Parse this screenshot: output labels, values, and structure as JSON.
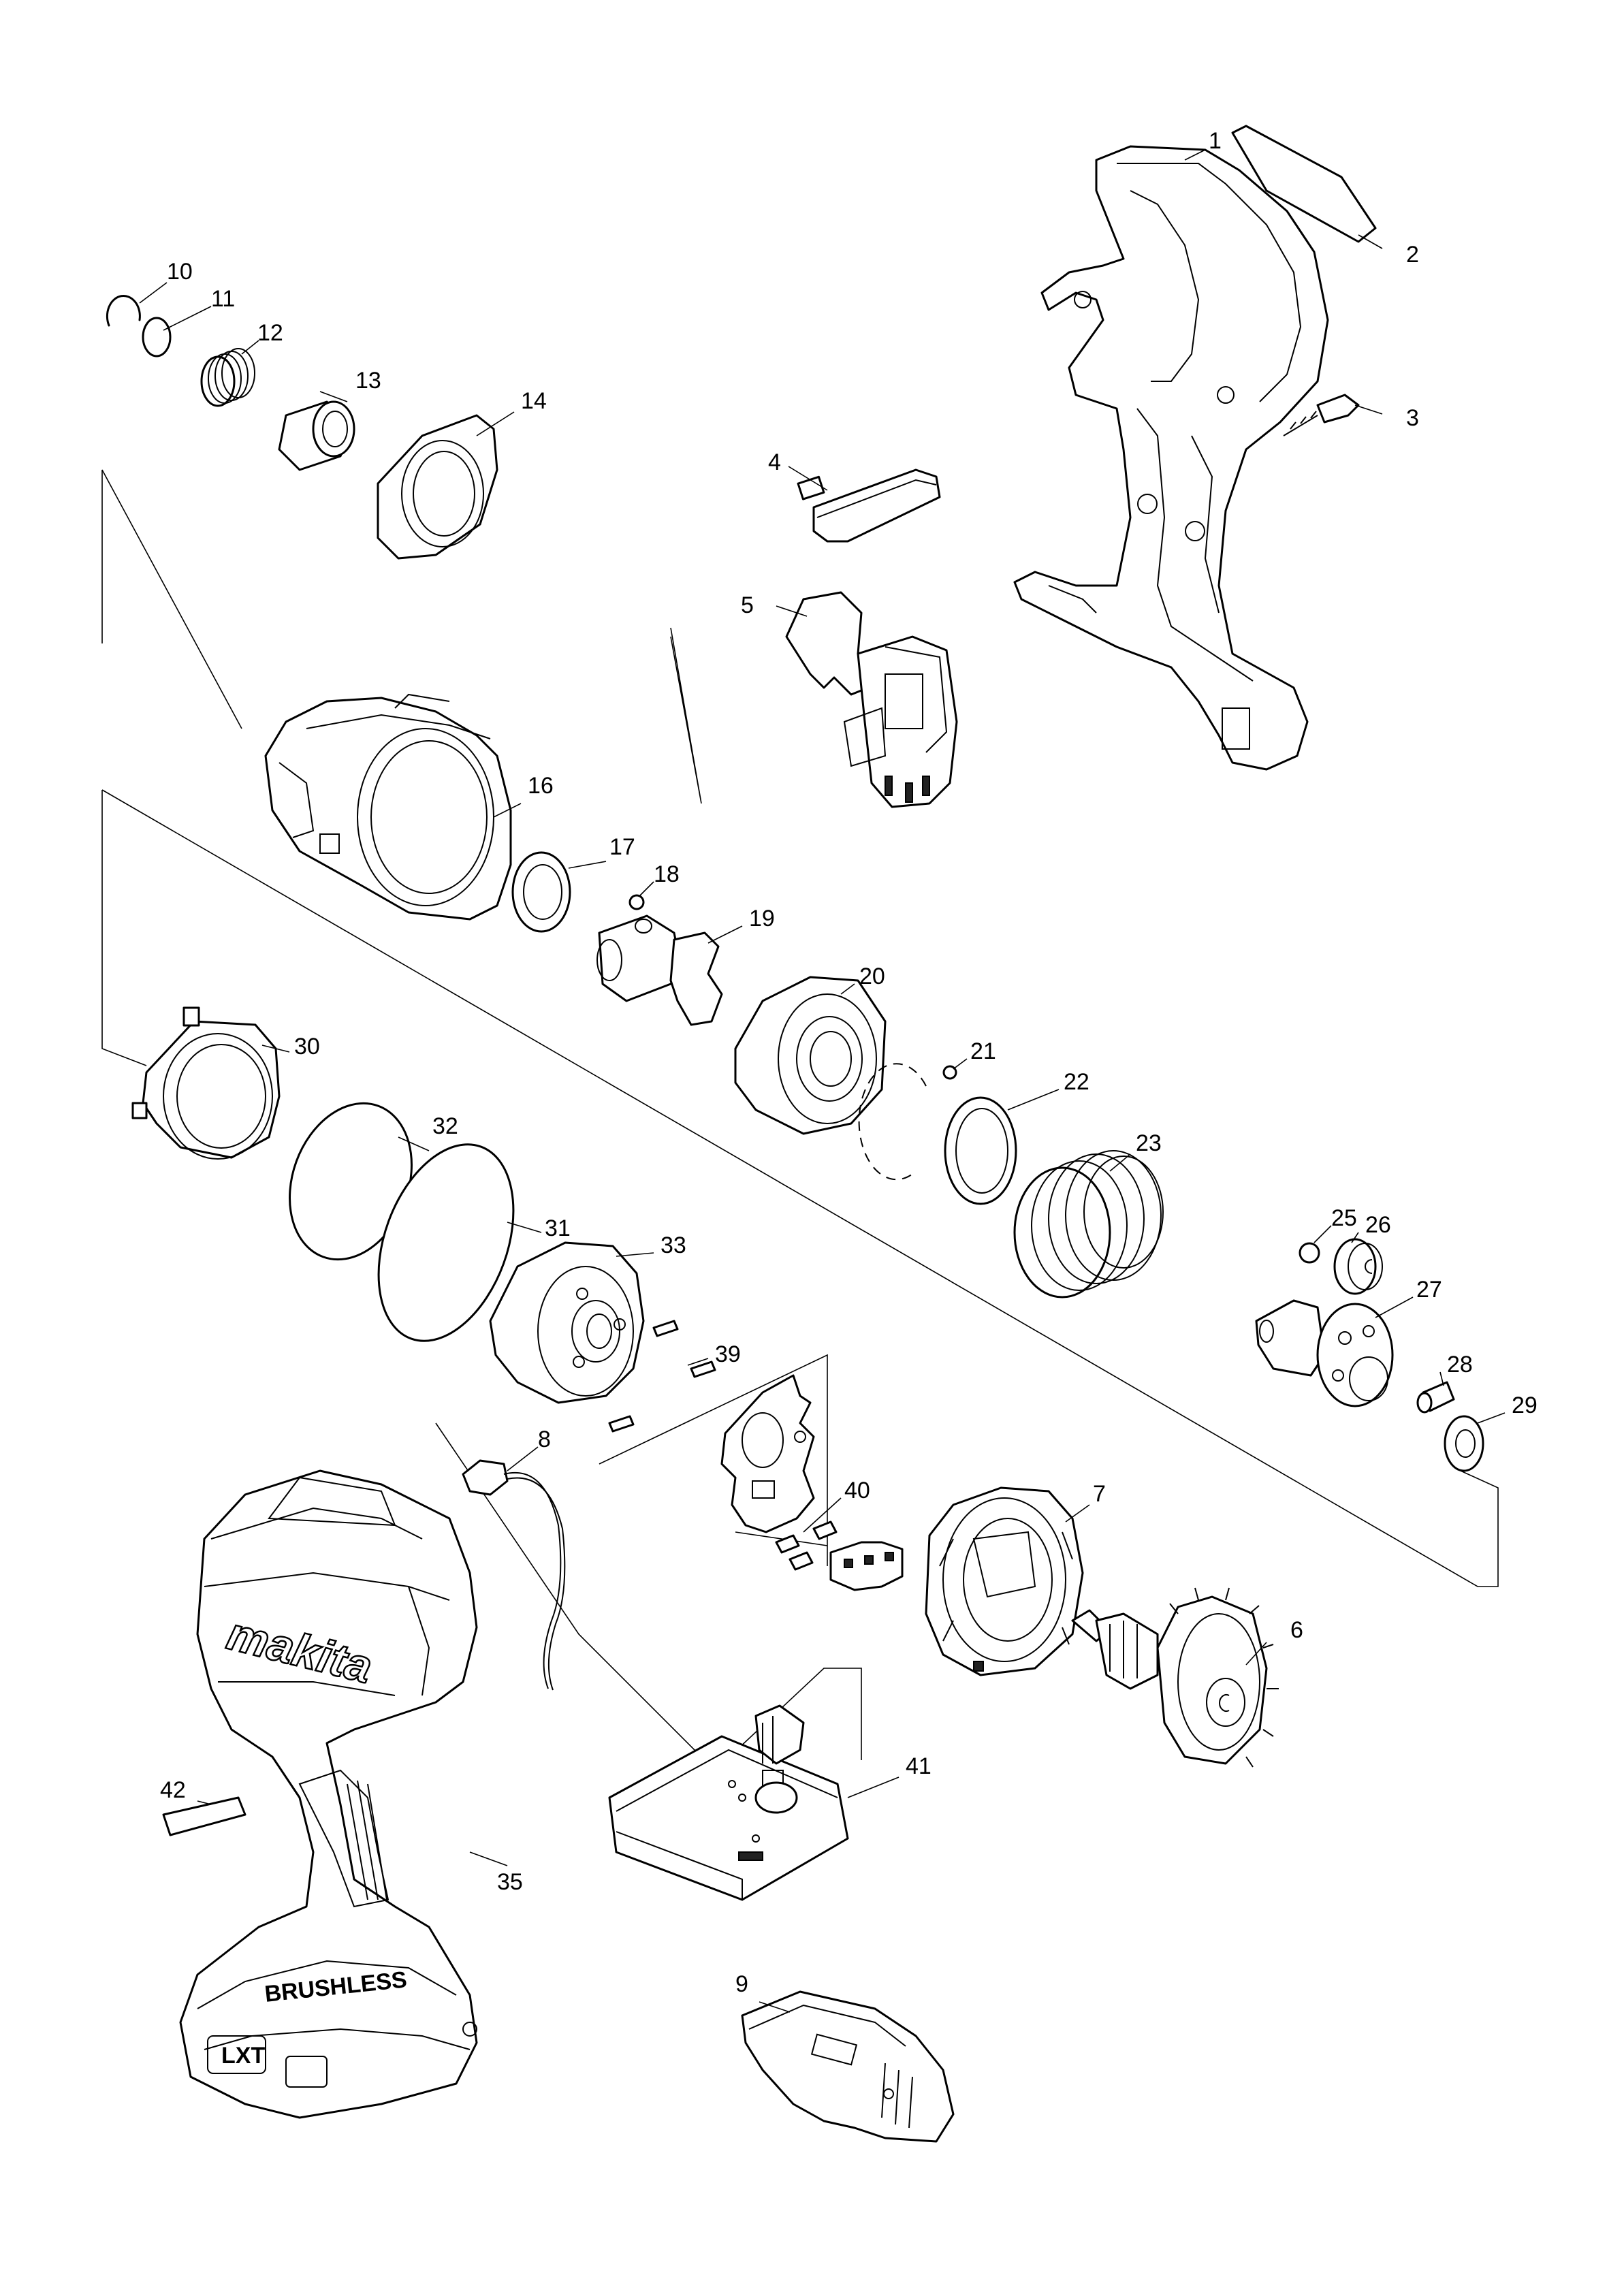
{
  "parts": [
    {
      "no": "1"
    },
    {
      "no": "2"
    },
    {
      "no": "3"
    },
    {
      "no": "4"
    },
    {
      "no": "5"
    },
    {
      "no": "6"
    },
    {
      "no": "7"
    },
    {
      "no": "8"
    },
    {
      "no": "9"
    },
    {
      "no": "10"
    },
    {
      "no": "11"
    },
    {
      "no": "12"
    },
    {
      "no": "13"
    },
    {
      "no": "14"
    },
    {
      "no": "16"
    },
    {
      "no": "17"
    },
    {
      "no": "18"
    },
    {
      "no": "19"
    },
    {
      "no": "20"
    },
    {
      "no": "21"
    },
    {
      "no": "22"
    },
    {
      "no": "23"
    },
    {
      "no": "25"
    },
    {
      "no": "26"
    },
    {
      "no": "27"
    },
    {
      "no": "28"
    },
    {
      "no": "29"
    },
    {
      "no": "30"
    },
    {
      "no": "31"
    },
    {
      "no": "32"
    },
    {
      "no": "33"
    },
    {
      "no": "35"
    },
    {
      "no": "39"
    },
    {
      "no": "40"
    },
    {
      "no": "41"
    },
    {
      "no": "42"
    }
  ],
  "housing": {
    "brand": "makita",
    "badge": "BRUSHLESS",
    "battery_label": "LXT"
  }
}
